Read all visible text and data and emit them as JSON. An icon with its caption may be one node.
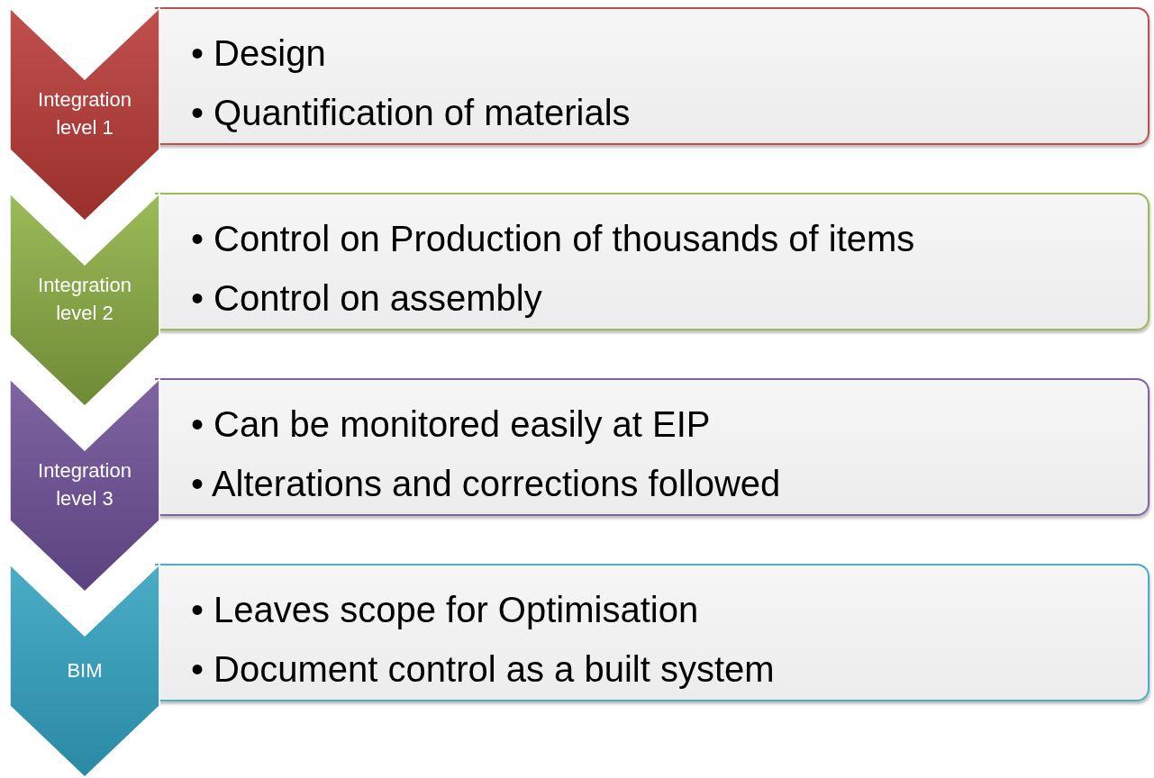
{
  "diagram": {
    "nodes": [
      {
        "text": [
          "Integration level 1"
        ]
      },
      {
        "text": [
          "• Design",
          "• Quantification of materials"
        ]
      },
      {
        "text": [
          "Integration level 2"
        ]
      },
      {
        "text": [
          "• Control on Production of thousands of items",
          "• Control on assembly"
        ]
      },
      {
        "text": [
          "Integration level 3"
        ]
      },
      {
        "text": [
          "• Can be monitored easily at EIP",
          "• Alterations and corrections followed"
        ]
      },
      {
        "text": [
          "BIM"
        ]
      },
      {
        "text": [
          "• Leaves scope for Optimisation",
          "• Document control as a built system"
        ]
      }
    ]
  }
}
